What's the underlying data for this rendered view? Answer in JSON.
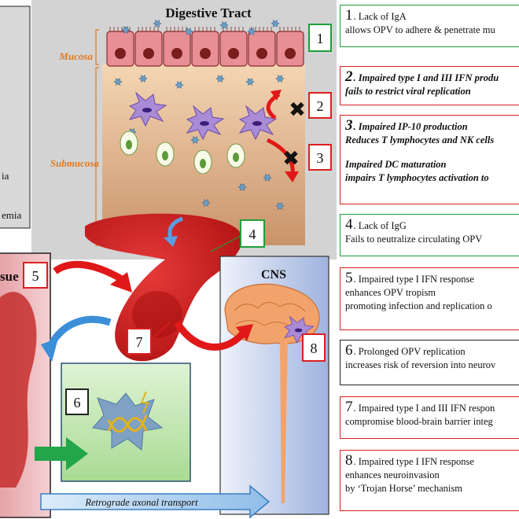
{
  "diagram": {
    "title": "Digestive Tract",
    "mucosa_label": "Mucosa",
    "submucosa_label": "Submucosa",
    "cns_label": "CNS",
    "tissue_label_fragment": "sue",
    "left_box_lines": [
      "ia",
      "emia"
    ],
    "retrograde_label": "Retrograde axonal transport",
    "badges": [
      "1",
      "2",
      "3",
      "4",
      "5",
      "6",
      "7",
      "8"
    ]
  },
  "panels": [
    {
      "num": "1",
      "head": ". Lack of IgA",
      "line2": "allows OPV to adhere & penetrate mu",
      "line3": "",
      "line4": "",
      "line5": "",
      "color": "#1e9e3a",
      "bold": false
    },
    {
      "num": "2",
      "head": ". Impaired type I and III IFN produ",
      "line2": "fails to restrict viral replication",
      "line3": "",
      "line4": "",
      "line5": "",
      "color": "#d92020",
      "bold": true
    },
    {
      "num": "3",
      "head": ". Impaired IP-10 production",
      "line2": "Reduces T lymphocytes and NK cells",
      "line3": "",
      "line4": "Impaired DC maturation",
      "line5": "impairs T lymphocytes activation to",
      "color": "#d92020",
      "bold": true
    },
    {
      "num": "4",
      "head": ". Lack of IgG",
      "line2": "Fails to neutralize circulating OPV",
      "line3": "",
      "line4": "",
      "line5": "",
      "color": "#1e9e3a",
      "bold": false
    },
    {
      "num": "5",
      "head": ". Impaired type I IFN response",
      "line2": "enhances OPV tropism",
      "line3": "promoting infection and replication o",
      "line4": "",
      "line5": "",
      "color": "#d92020",
      "bold": false
    },
    {
      "num": "6",
      "head": ". Prolonged OPV replication",
      "line2": "increases risk of reversion into neurov",
      "line3": "",
      "line4": "",
      "line5": "",
      "color": "#222222",
      "bold": false
    },
    {
      "num": "7",
      "head": ". Impaired type I and III IFN respon",
      "line2": "compromise blood-brain barrier integ",
      "line3": "",
      "line4": "",
      "line5": "",
      "color": "#d92020",
      "bold": false
    },
    {
      "num": "8",
      "head": ". Impaired type I IFN response",
      "line2": "enhances neuroinvasion",
      "line3": "by ‘Trojan Horse’ mechanism",
      "line4": "",
      "line5": "",
      "color": "#d92020",
      "bold": false
    }
  ]
}
